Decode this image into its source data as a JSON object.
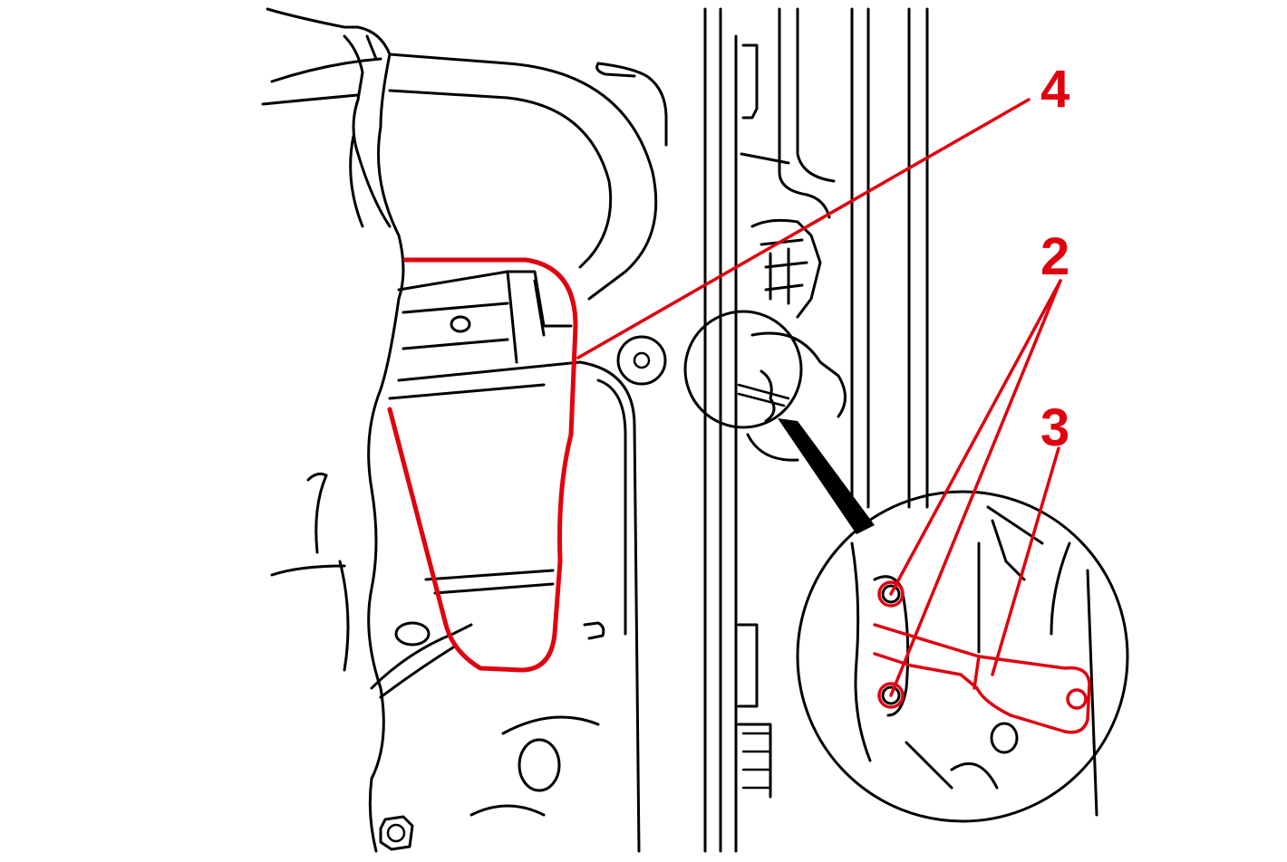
{
  "colors": {
    "line": "#000000",
    "highlight": "#e0000f",
    "background": "#ffffff"
  },
  "callouts": [
    {
      "id": "callout-4",
      "label": "4"
    },
    {
      "id": "callout-2",
      "label": "2"
    },
    {
      "id": "callout-3",
      "label": "3"
    }
  ]
}
